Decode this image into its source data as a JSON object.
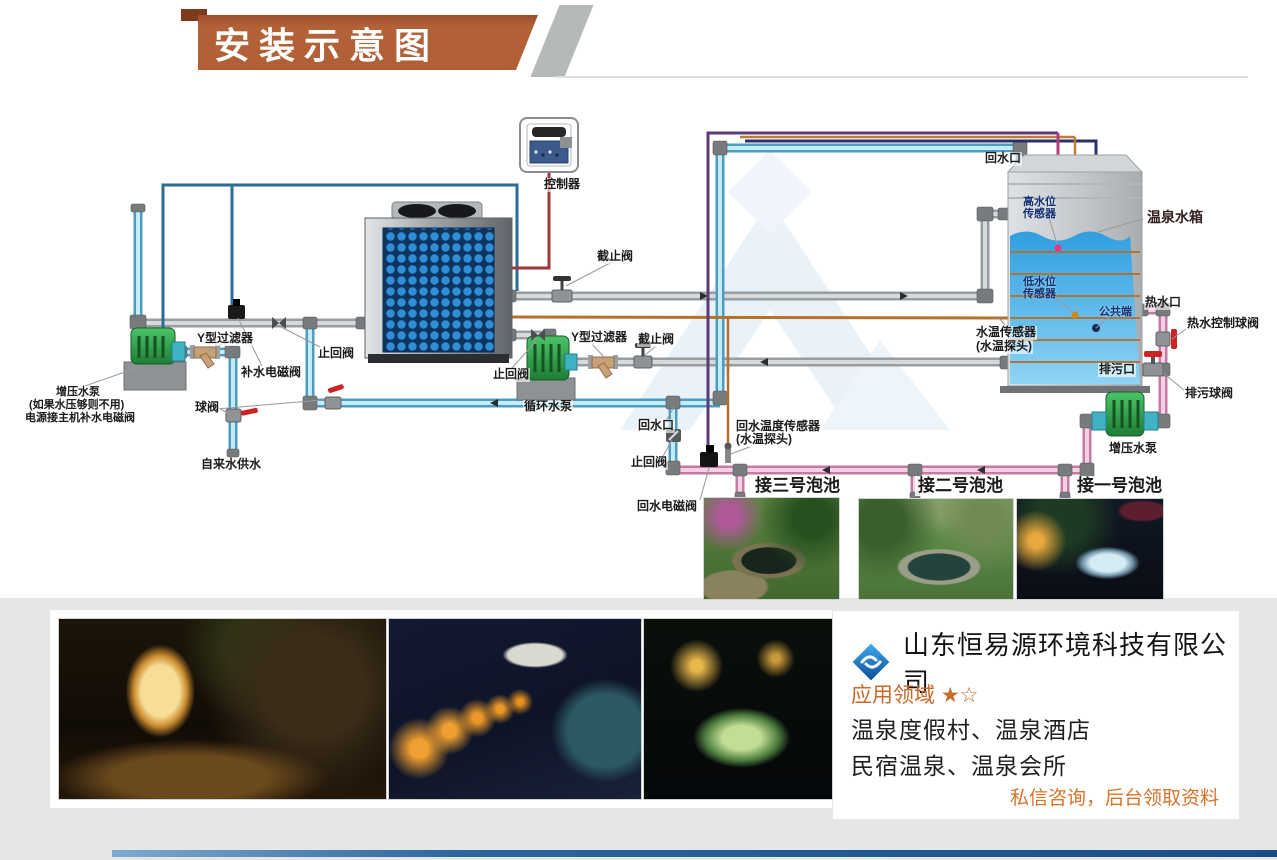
{
  "title": {
    "text": "安装示意图"
  },
  "diagram": {
    "labels": {
      "controller": "控制器",
      "stopValve1": "截止阀",
      "stopValve2": "截止阀",
      "yFilter1": "Y型过滤器",
      "yFilter2": "Y型过滤器",
      "makeupSolenoid": "补水电磁阀",
      "checkValve1": "止回阀",
      "checkValve2": "止回阀",
      "checkValve3": "止回阀",
      "boosterPumpLeft": "增压水泵",
      "boosterNote1": "(如果水压够则不用)",
      "boosterNote2": "电源接主机补水电磁阀",
      "ballValve": "球阀",
      "tapWater": "自来水供水",
      "circPump": "循环水泵",
      "returnPortMid": "回水口",
      "returnSolenoid": "回水电磁阀",
      "returnTempSensor": "回水温度传感器",
      "returnTempSensorSub": "(水温探头)",
      "pool3": "接三号泡池",
      "pool2": "接二号泡池",
      "pool1": "接一号泡池",
      "tankReturnPort": "回水口",
      "highLevel1": "高水位",
      "highLevel2": "传感器",
      "tankName": "温泉水箱",
      "lowLevel1": "低水位",
      "lowLevel2": "传感器",
      "commonTerminal": "公共端",
      "hotWaterPort": "热水口",
      "hotWaterBallValve": "热水控制球阀",
      "tankTempSensor": "水温传感器",
      "tankTempSensorSub": "(水温探头)",
      "drainPort": "排污口",
      "drainBallValve": "排污球阀",
      "boosterPumpRight": "增压水泵"
    }
  },
  "footer": {
    "company": "山东恒易源环境科技有限公司",
    "application_label": "应用领域",
    "stars": "★☆",
    "line1": "温泉度假村、温泉酒店",
    "line2": "民宿温泉、温泉会所",
    "note": "私信咨询，后台领取资料"
  },
  "colors": {
    "banner_orange": "#b05f36",
    "footer_orange": "#d9732a",
    "pipe_pink": "#f5cfe2",
    "pipe_cyan": "#c3ecf8",
    "water_blue": "#3da8e8",
    "pump_green": "#2fae4a",
    "valve_red": "#cc2424"
  }
}
